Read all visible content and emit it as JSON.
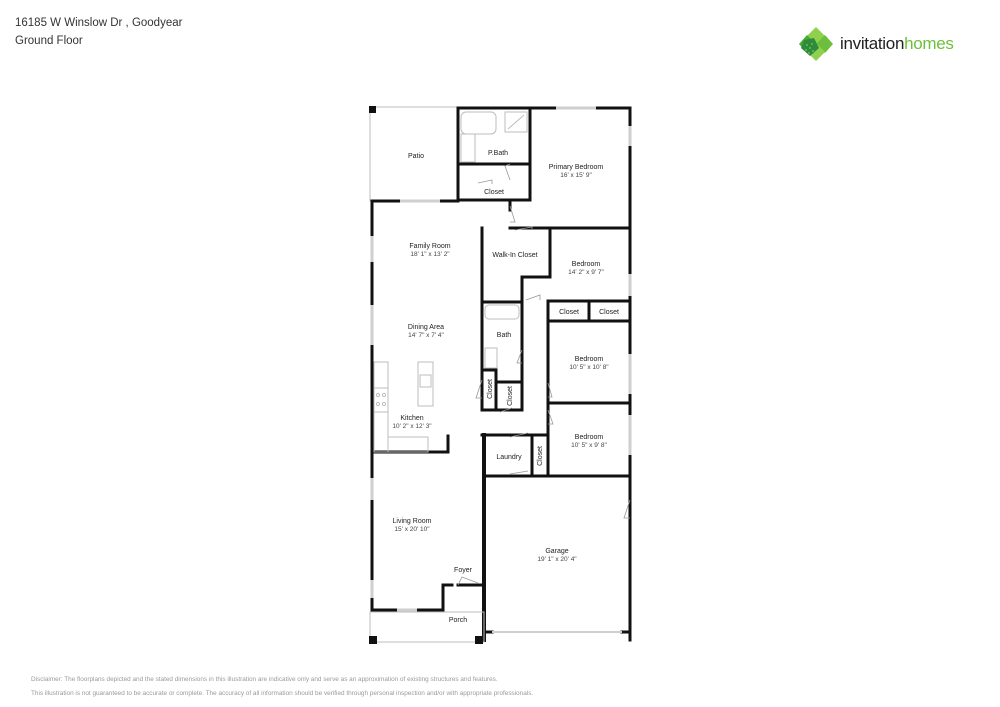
{
  "header": {
    "address": "16185 W Winslow Dr , Goodyear",
    "floor": "Ground Floor"
  },
  "logo": {
    "icon": "clover-logo-icon",
    "word1": "invitation",
    "word2": "homes",
    "colors": {
      "dark": "#222222",
      "green": "#6cbf3c",
      "light_green": "#8fd14f",
      "deep_green": "#2e8b3a"
    }
  },
  "rooms": {
    "patio": {
      "name": "Patio"
    },
    "pbath": {
      "name": "P.Bath"
    },
    "pbath_closet": {
      "name": "Closet"
    },
    "primary_bedroom": {
      "name": "Primary Bedroom",
      "dim": "16' x 15' 9\""
    },
    "family_room": {
      "name": "Family Room",
      "dim": "18' 1\" x 13' 2\""
    },
    "walk_in_closet": {
      "name": "Walk-In Closet"
    },
    "bedroom2": {
      "name": "Bedroom",
      "dim": "14' 2\" x 9' 7\""
    },
    "dining_area": {
      "name": "Dining Area",
      "dim": "14' 7\" x 7' 4\""
    },
    "closet_a": {
      "name": "Closet"
    },
    "closet_b": {
      "name": "Closet"
    },
    "bath": {
      "name": "Bath"
    },
    "bedroom3": {
      "name": "Bedroom",
      "dim": "10' 5\" x 10' 8\""
    },
    "hall_closet1": {
      "name": "Closet"
    },
    "hall_closet2": {
      "name": "Closet"
    },
    "kitchen": {
      "name": "Kitchen",
      "dim": "10' 2\" x 12' 3\""
    },
    "bedroom4": {
      "name": "Bedroom",
      "dim": "10' 5\" x 9' 8\""
    },
    "laundry": {
      "name": "Laundry"
    },
    "laundry_closet": {
      "name": "Closet"
    },
    "living_room": {
      "name": "Living Room",
      "dim": "15' x 20' 10\""
    },
    "garage": {
      "name": "Garage",
      "dim": "19' 1\" x 20' 4\""
    },
    "foyer": {
      "name": "Foyer"
    },
    "porch": {
      "name": "Porch"
    }
  },
  "disclaimer": {
    "line1": "Disclaimer: The floorplans depicted and the stated dimensions in this illustration are indicative only and serve as an approximation of existing structures and features.",
    "line2": "This illustration is not guaranteed to be accurate or complete. The accuracy of all information should be verified through personal inspection and/or with appropriate professionals."
  }
}
